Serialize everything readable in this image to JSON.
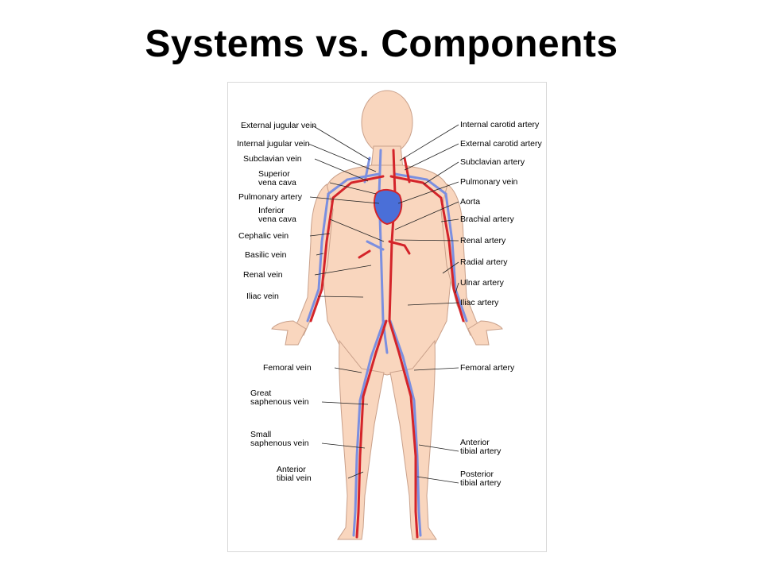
{
  "title": "Systems vs. Components",
  "colors": {
    "skin": "#f9d6be",
    "skin_outline": "#c9a08a",
    "artery": "#d4242a",
    "vein": "#7b8fe0",
    "heart": "#4a6fd8"
  },
  "labels_left": [
    [
      "External jugular vein"
    ],
    [
      "Internal jugular vein"
    ],
    [
      "Subclavian vein"
    ],
    [
      "Superior",
      "vena cava"
    ],
    [
      "Pulmonary artery"
    ],
    [
      "Inferior",
      "vena cava"
    ],
    [
      "Cephalic vein"
    ],
    [
      "Basilic vein"
    ],
    [
      "Renal vein"
    ],
    [
      "Iliac vein"
    ],
    [
      "Femoral vein"
    ],
    [
      "Great",
      "saphenous vein"
    ],
    [
      "Small",
      "saphenous vein"
    ],
    [
      "Anterior",
      "tibial vein"
    ]
  ],
  "labels_right": [
    [
      "Internal carotid artery"
    ],
    [
      "External carotid artery"
    ],
    [
      "Subclavian artery"
    ],
    [
      "Pulmonary vein"
    ],
    [
      "Aorta"
    ],
    [
      "Brachial artery"
    ],
    [
      "Renal artery"
    ],
    [
      "Radial artery"
    ],
    [
      "Ulnar artery"
    ],
    [
      "Iliac artery"
    ],
    [
      "Femoral artery"
    ],
    [
      "Anterior",
      "tibial artery"
    ],
    [
      "Posterior",
      "tibial artery"
    ]
  ]
}
